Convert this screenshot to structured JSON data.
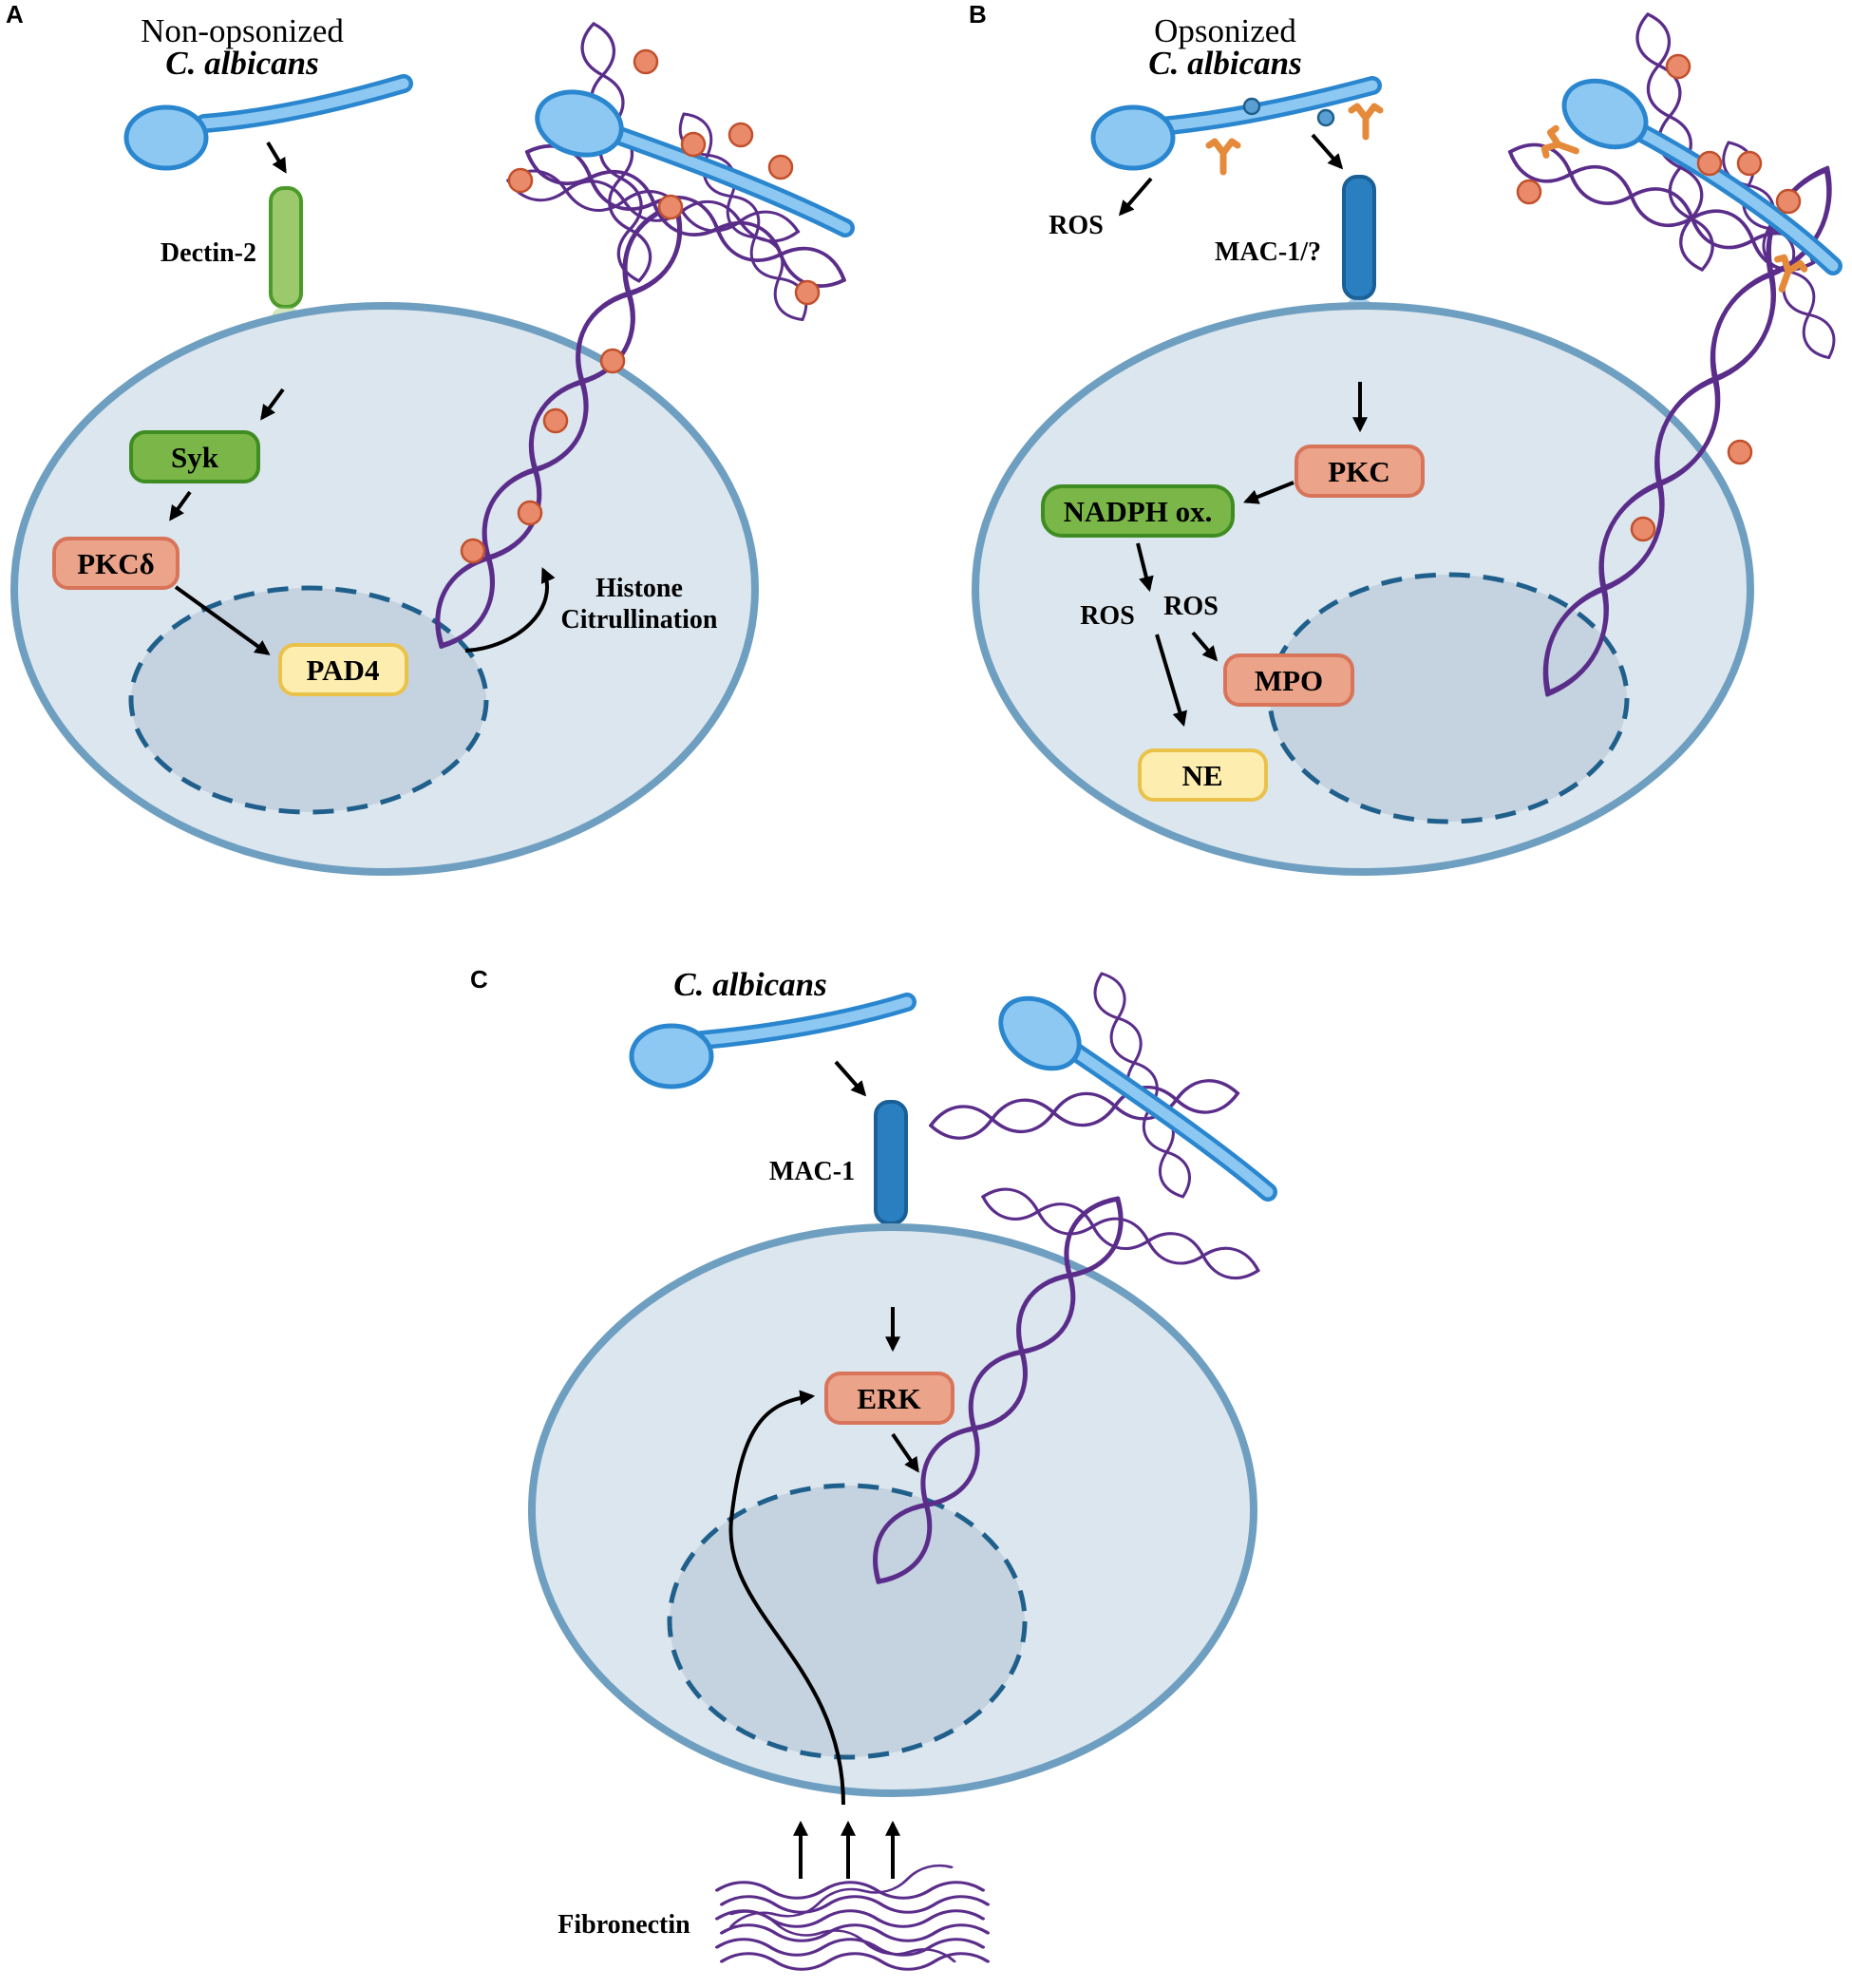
{
  "panels": {
    "a": {
      "letter": "A",
      "organism_line1": "Non-opsonized",
      "organism_line2": "C. albicans",
      "receptor": "Dectin-2",
      "boxes": {
        "syk": "Syk",
        "pkcd": "PKCδ",
        "pad4": "PAD4"
      },
      "process_line1": "Histone",
      "process_line2": "Citrullination"
    },
    "b": {
      "letter": "B",
      "organism_line1": "Opsonized",
      "organism_line2": "C. albicans",
      "ros_out": "ROS",
      "receptor": "MAC-1/?",
      "boxes": {
        "pkc": "PKC",
        "nadph": "NADPH ox.",
        "mpo": "MPO",
        "ne": "NE"
      },
      "ros_left": "ROS",
      "ros_right": "ROS"
    },
    "c": {
      "letter": "C",
      "organism": "C. albicans",
      "receptor": "MAC-1",
      "boxes": {
        "erk": "ERK"
      },
      "stimulus": "Fibronectin"
    }
  },
  "colors": {
    "cell_fill": "#dce6ee",
    "cell_border": "#6f9fc0",
    "nucleus_fill": "#c5d2df",
    "nucleus_border": "#1f5f8b",
    "net_strand": "#5b2d8a",
    "histone_bead": "#e98a6a",
    "fungus_body": "#8cc8f1",
    "fungus_outline": "#2a86cf",
    "green_box": "#7ab648",
    "salmon_box": "#eba38a",
    "yellow_box": "#fdeeb0",
    "dectin_receptor": "#9cc96b",
    "mac1_receptor": "#2a7fc1",
    "antibody": "#e58a3a"
  },
  "icons": [
    "candida-hypha-icon",
    "net-dna-strand-icon",
    "histone-bead-icon",
    "antibody-icon",
    "complement-icon",
    "fibronectin-fiber-icon"
  ]
}
